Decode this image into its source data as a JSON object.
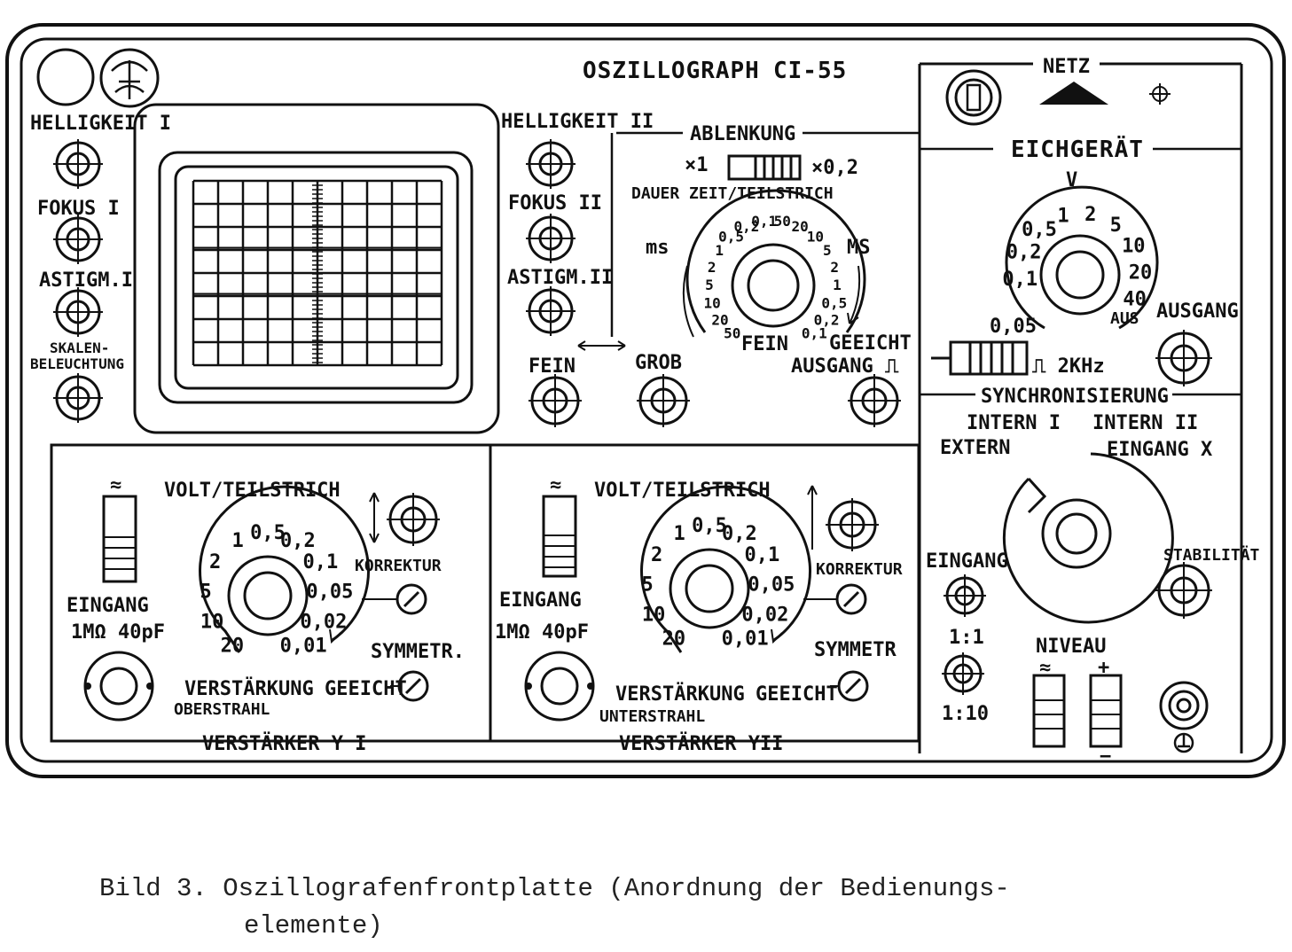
{
  "title": "OSZILLOGRAPH",
  "model": "CI-55",
  "left_controls": {
    "helligkeit": "HELLIGKEIT I",
    "fokus": "FOKUS I",
    "astigm": "ASTIGM.I",
    "skalen_1": "SKALEN-",
    "skalen_2": "BELEUCHTUNG"
  },
  "mid_controls": {
    "helligkeit": "HELLIGKEIT II",
    "fokus": "FOKUS II",
    "astigm": "ASTIGM.II",
    "fein": "FEIN",
    "grob": "GROB"
  },
  "ablenkung": {
    "title": "ABLENKUNG",
    "x1": "×1",
    "x02": "×0,2",
    "dauer": "DAUER ZEIT/TEILSTRICH",
    "ms_left": "ms",
    "ms_right": "MS",
    "fein": "FEIN",
    "geeicht": "GEEICHT",
    "ausgang": "AUSGANG ⎍",
    "scale": [
      "50",
      "20",
      "10",
      "5",
      "2",
      "1",
      "0,5",
      "0,2",
      "0,1",
      "50",
      "20",
      "10",
      "5",
      "2",
      "1",
      "0,5",
      "0,2",
      "0,1"
    ]
  },
  "netz": "NETZ",
  "eichgeraet": {
    "title": "EICHGERÄT",
    "unit": "V",
    "scale": [
      "0,1",
      "0,2",
      "0,5",
      "1",
      "2",
      "5",
      "10",
      "20",
      "40"
    ],
    "aus": "AUS",
    "low": "0,05",
    "freq": "⎍ 2KHz",
    "ausgang": "AUSGANG"
  },
  "sync": {
    "title": "SYNCHRONISIERUNG",
    "intern1": "INTERN I",
    "intern2": "INTERN II",
    "extern": "EXTERN",
    "eingang_x": "EINGANG X",
    "eingang": "EINGANG",
    "stabilitaet": "STABILITÄT",
    "r1": "1:1",
    "r10": "1:10",
    "niveau": "NIVEAU",
    "ac": "≈",
    "plus": "+",
    "minus": "−"
  },
  "amp1": {
    "volt": "VOLT/TEILSTRICH",
    "ac": "≈",
    "eingang": "EINGANG",
    "imp": "1MΩ 40pF",
    "korrektur": "KORREKTUR",
    "symmetr": "SYMMETR.",
    "verstaerkung": "VERSTÄRKUNG",
    "geeicht": "GEEICHT",
    "strahl": "OBERSTRAHL",
    "footer": "VERSTÄRKER Y I",
    "scale": [
      "20",
      "10",
      "5",
      "2",
      "1",
      "0,5",
      "0,2",
      "0,1",
      "0,05",
      "0,02",
      "0,01"
    ]
  },
  "amp2": {
    "volt": "VOLT/TEILSTRICH",
    "ac": "≈",
    "eingang": "EINGANG",
    "imp": "1MΩ 40pF",
    "korrektur": "KORREKTUR",
    "symmetr": "SYMMETR",
    "verstaerkung": "VERSTÄRKUNG",
    "geeicht": "GEEICHT",
    "strahl": "UNTERSTRAHL",
    "footer": "VERSTÄRKER YII",
    "scale": [
      "20",
      "10",
      "5",
      "2",
      "1",
      "0,5",
      "0,2",
      "0,1",
      "0,05",
      "0,02",
      "0,01"
    ]
  },
  "caption": {
    "line1": "Bild 3. Oszillografenfrontplatte (Anordnung der Bedienungs-",
    "line2": "elemente)"
  }
}
